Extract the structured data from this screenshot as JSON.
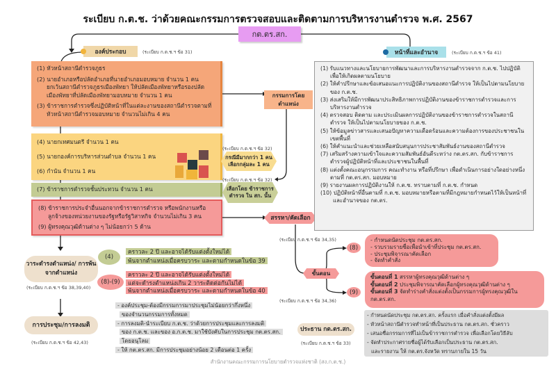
{
  "title": "ระเบียบ ก.ต.ช. ว่าด้วยคณะกรรมการตรวจสอบและติดตามการบริหารงานตำรวจ พ.ศ. 2567",
  "root": "กต.ตร.สก.",
  "composition": {
    "label": "องค์ประกอบ",
    "ref": "(ระเบียบ ก.ต.ช.ฯ ข้อ 31)",
    "orange": [
      "(1) หัวหน้าสถานีตำรวจภูธร",
      "(2) นายอำเภอหรือปลัดอำเภอที่นายอำเภอมอบหมาย จำนวน 1 คน ยกเว้นสถานีตำรวจภูธรเมืองพัทยา ให้ปลัดเมืองพัทยาหรือรองปลัดเมืองพัทยาที่ปลัดเมืองพัทยามอบหมาย จำนวน 1 คน",
      "(3) ข้าราชการตำรวจซึ่งปฏิบัติหน้าที่ในแต่ละงานของสถานีตำรวจตามที่หัวหน้าสถานีตำรวจมอบหมาย จำนวนไม่เกิน 4 คน"
    ],
    "yellow": [
      "(4) นายกเทศมนตรี จำนวน 1 คน",
      "(5) นายกองค์การบริหารส่วนตำบล จำนวน 1 คน",
      "(6) กำนัน จำนวน 1 คน"
    ],
    "green": "(7) ข้าราชการตำรวจชั้นประทวน จำนวน 1 คน",
    "red": [
      "(8) ข้าราชการประจำอื่นนอกจากข้าราชการตำรวจ หรือพนักงานหรือลูกจ้างของหน่วยงานของรัฐหรือรัฐวิสาหกิจ จำนวนไม่เกิน 3 คน",
      "(9) ผู้ทรงคุณวุฒิด้านต่าง ๆ ไม่น้อยกว่า 5 ด้าน"
    ]
  },
  "middle": {
    "ex_officio": "กรรมการโดยตำแหน่ง",
    "ref32a": "(ระเบียบ ก.ต.ช.ฯ ข้อ 32)",
    "hex1": "กรณีมีมากกว่า 1 คน เลือกกลุ่มละ 1 คน",
    "ref32b": "(ระเบียบ ก.ต.ช.ฯ ข้อ 32)",
    "hex2": "เลือกโดย ข้าราชการตำรวจ ใน สก. นั้น",
    "recruit": "สรรหา/คัดเลือก"
  },
  "duties": {
    "label": "หน้าที่และอำนาจ",
    "ref": "(ระเบียบ ก.ต.ช.ฯ ข้อ 41)",
    "items": [
      "(1) รับแนวทางและนโยบายการพัฒนาและการบริหารงานตำรวจจาก ก.ต.ช. ไปปฏิบัติเพื่อให้เกิดผลตามนโยบาย",
      "(2) ให้คำปรึกษาและข้อเสนอแนะการปฏิบัติงานของสถานีตำรวจ ให้เป็นไปตามนโยบายของ ก.ต.ช.",
      "(3) ส่งเสริมให้มีการพัฒนาประสิทธิภาพการปฏิบัติงานของข้าราชการตำรวจและการบริหารงานตำรวจ",
      "(4) ตรวจสอบ ติดตาม และประเมินผลการปฏิบัติงานของข้าราชการตำรวจในสถานีตำรวจ ให้เป็นไปตามนโยบายของ ก.ต.ช.",
      "(5) ให้ข้อมูลข่าวสารและเสนอปัญหาความเดือดร้อนและความต้องการของประชาชนในเขตพื้นที่",
      "(6) ให้คำแนะนำและช่วยเหลือสนับสนุนการประชาสัมพันธ์งานของสถานีตำรวจ",
      "(7) เสริมสร้างความเข้าใจและความสัมพันธ์อันดีระหว่าง กต.ตร.สก. กับข้าราชการตำรวจผู้ปฏิบัติหน้าที่และประชาชนในพื้นที่",
      "(8) แต่งตั้งคณะอนุกรรมการ คณะทำงาน หรือที่ปรึกษา เพื่อดำเนินการอย่างใดอย่างหนึ่งตามที่ กต.ตร.สก. มอบหมาย",
      "(9) รายงานผลการปฏิบัติงานให้ ก.ต.ช. ทราบตามที่ ก.ต.ช. กำหนด",
      "(10) ปฏิบัติหน้าที่อื่นตามที่ ก.ต.ช. มอบหมายหรือตามที่มีกฎหมายกำหนดไว้ให้เป็นหน้าที่และอำนาจของ กต.ตร."
    ]
  },
  "procedure": {
    "label": "ขั้นตอน",
    "ref8": "(ระเบียบ ก.ต.ช.ฯ ข้อ 34,35)",
    "ref9": "(ระเบียบ ก.ต.ช.ฯ ข้อ 34,36)",
    "n8": "(8)",
    "n9": "(9)",
    "steps8": [
      "- กำหนดนัดประชุม กต.ตร.สก.",
      "- รวบรวมรายชื่อเพื่อนำเข้าที่ประชุม กต.ตร.สก.",
      "- ประชุมพิจารณาคัดเลือก",
      "- จัดทำคำสั่ง"
    ],
    "steps9": [
      {
        "b": "ขั้นตอนที่ 1",
        "t": " สรรหาผู้ทรงคุณวุฒิด้านต่าง ๆ"
      },
      {
        "b": "ขั้นตอนที่ 2",
        "t": " ประชุมพิจารณาคัดเลือกผู้ทรงคุณวุฒิด้านต่าง ๆ"
      },
      {
        "b": "ขั้นตอนที่ 3",
        "t": " จัดทำร่างคำสั่งแต่งตั้งเป็นกรรมการผู้ทรงคุณวุฒิใน กต.ตร.สก."
      }
    ]
  },
  "term": {
    "label": "วาระดำรงตำแหน่ง/ การพ้นจากตำแหน่ง",
    "ref": "(ระเบียบ ก.ต.ช.ฯ ข้อ 38,39,40)",
    "n4": "(4)",
    "t4": [
      "คราวละ 2 ปี และอาจได้รับแต่งตั้งใหม่ได้",
      "พ้นจากตำแหน่งเมื่อครบวาระ และตามกำหนดในข้อ 39"
    ],
    "n89": "(8)-(9)",
    "t89": [
      "คราวละ 2 ปี และอาจได้รับแต่งตั้งใหม่ได้",
      "แต่จะดำรงตำแหน่งเกิน 2 วาระติดต่อกันไม่ได้",
      "พ้นจากตำแหน่งเมื่อครบวาระ และตามกำหนดในข้อ 40"
    ]
  },
  "meeting": {
    "label": "การประชุม/การลงมติ",
    "ref": "(ระเบียบ ก.ต.ช.ฯ ข้อ 42,43)",
    "items": [
      "- องค์ประชุม-ต้องมีกรรมการมาประชุมไม่น้อยกว่ากึ่งหนึ่ง",
      "ของจำนวนกรรมการทั้งหมด",
      "- การลงมติ-นำระเบียบ ก.ต.ช. ว่าด้วยการประชุมและการลงมติ",
      "ของ ก.ต.ช. และของ อ.ก.ต.ช. มาใช้บังคับในการประชุม กต.ตร.สก.",
      "โดยอนุโลม",
      "- ให้ กต.ตร.สก. มีการประชุมอย่างน้อย 2 เดือนต่อ 1 ครั้ง"
    ]
  },
  "chair": {
    "label": "ประธาน กต.ตร.สก.",
    "ref": "(ระเบียบ ก.ต.ช.ฯ ข้อ 33)",
    "items": [
      "- กำหนดนัดประชุม กต.ตร.สก. ครั้งแรก เมื่อคำสั่งแต่งตั้งมีผล",
      "- หัวหน้าสถานีตำรวจทำหน้าที่เป็นประธาน กต.ตร.สก. ชั่วคราว",
      "- เสนอชื่อกรรมการที่ไม่เป็นข้าราชการตำรวจ เพื่อเลือกโดยวิธีลับ",
      "- จัดทำประกาศรายชื่อผู้ได้รับเลือกเป็นประธาน กต.ตร.สก.",
      "และรายงาน ให้ กต.ตร.จังหวัด ทราบภายใน 15 วัน"
    ]
  },
  "footer": "สำนักงานคณะกรรมการนโยบายตำรวจแห่งชาติ (สง.ก.ต.ช.)",
  "colors": {
    "orange": "#f5a679",
    "yellow": "#fbd580",
    "green": "#c3cc94",
    "red": "#f59a99",
    "root": "#e79cf2",
    "duties_label": "#a9e0e9"
  }
}
